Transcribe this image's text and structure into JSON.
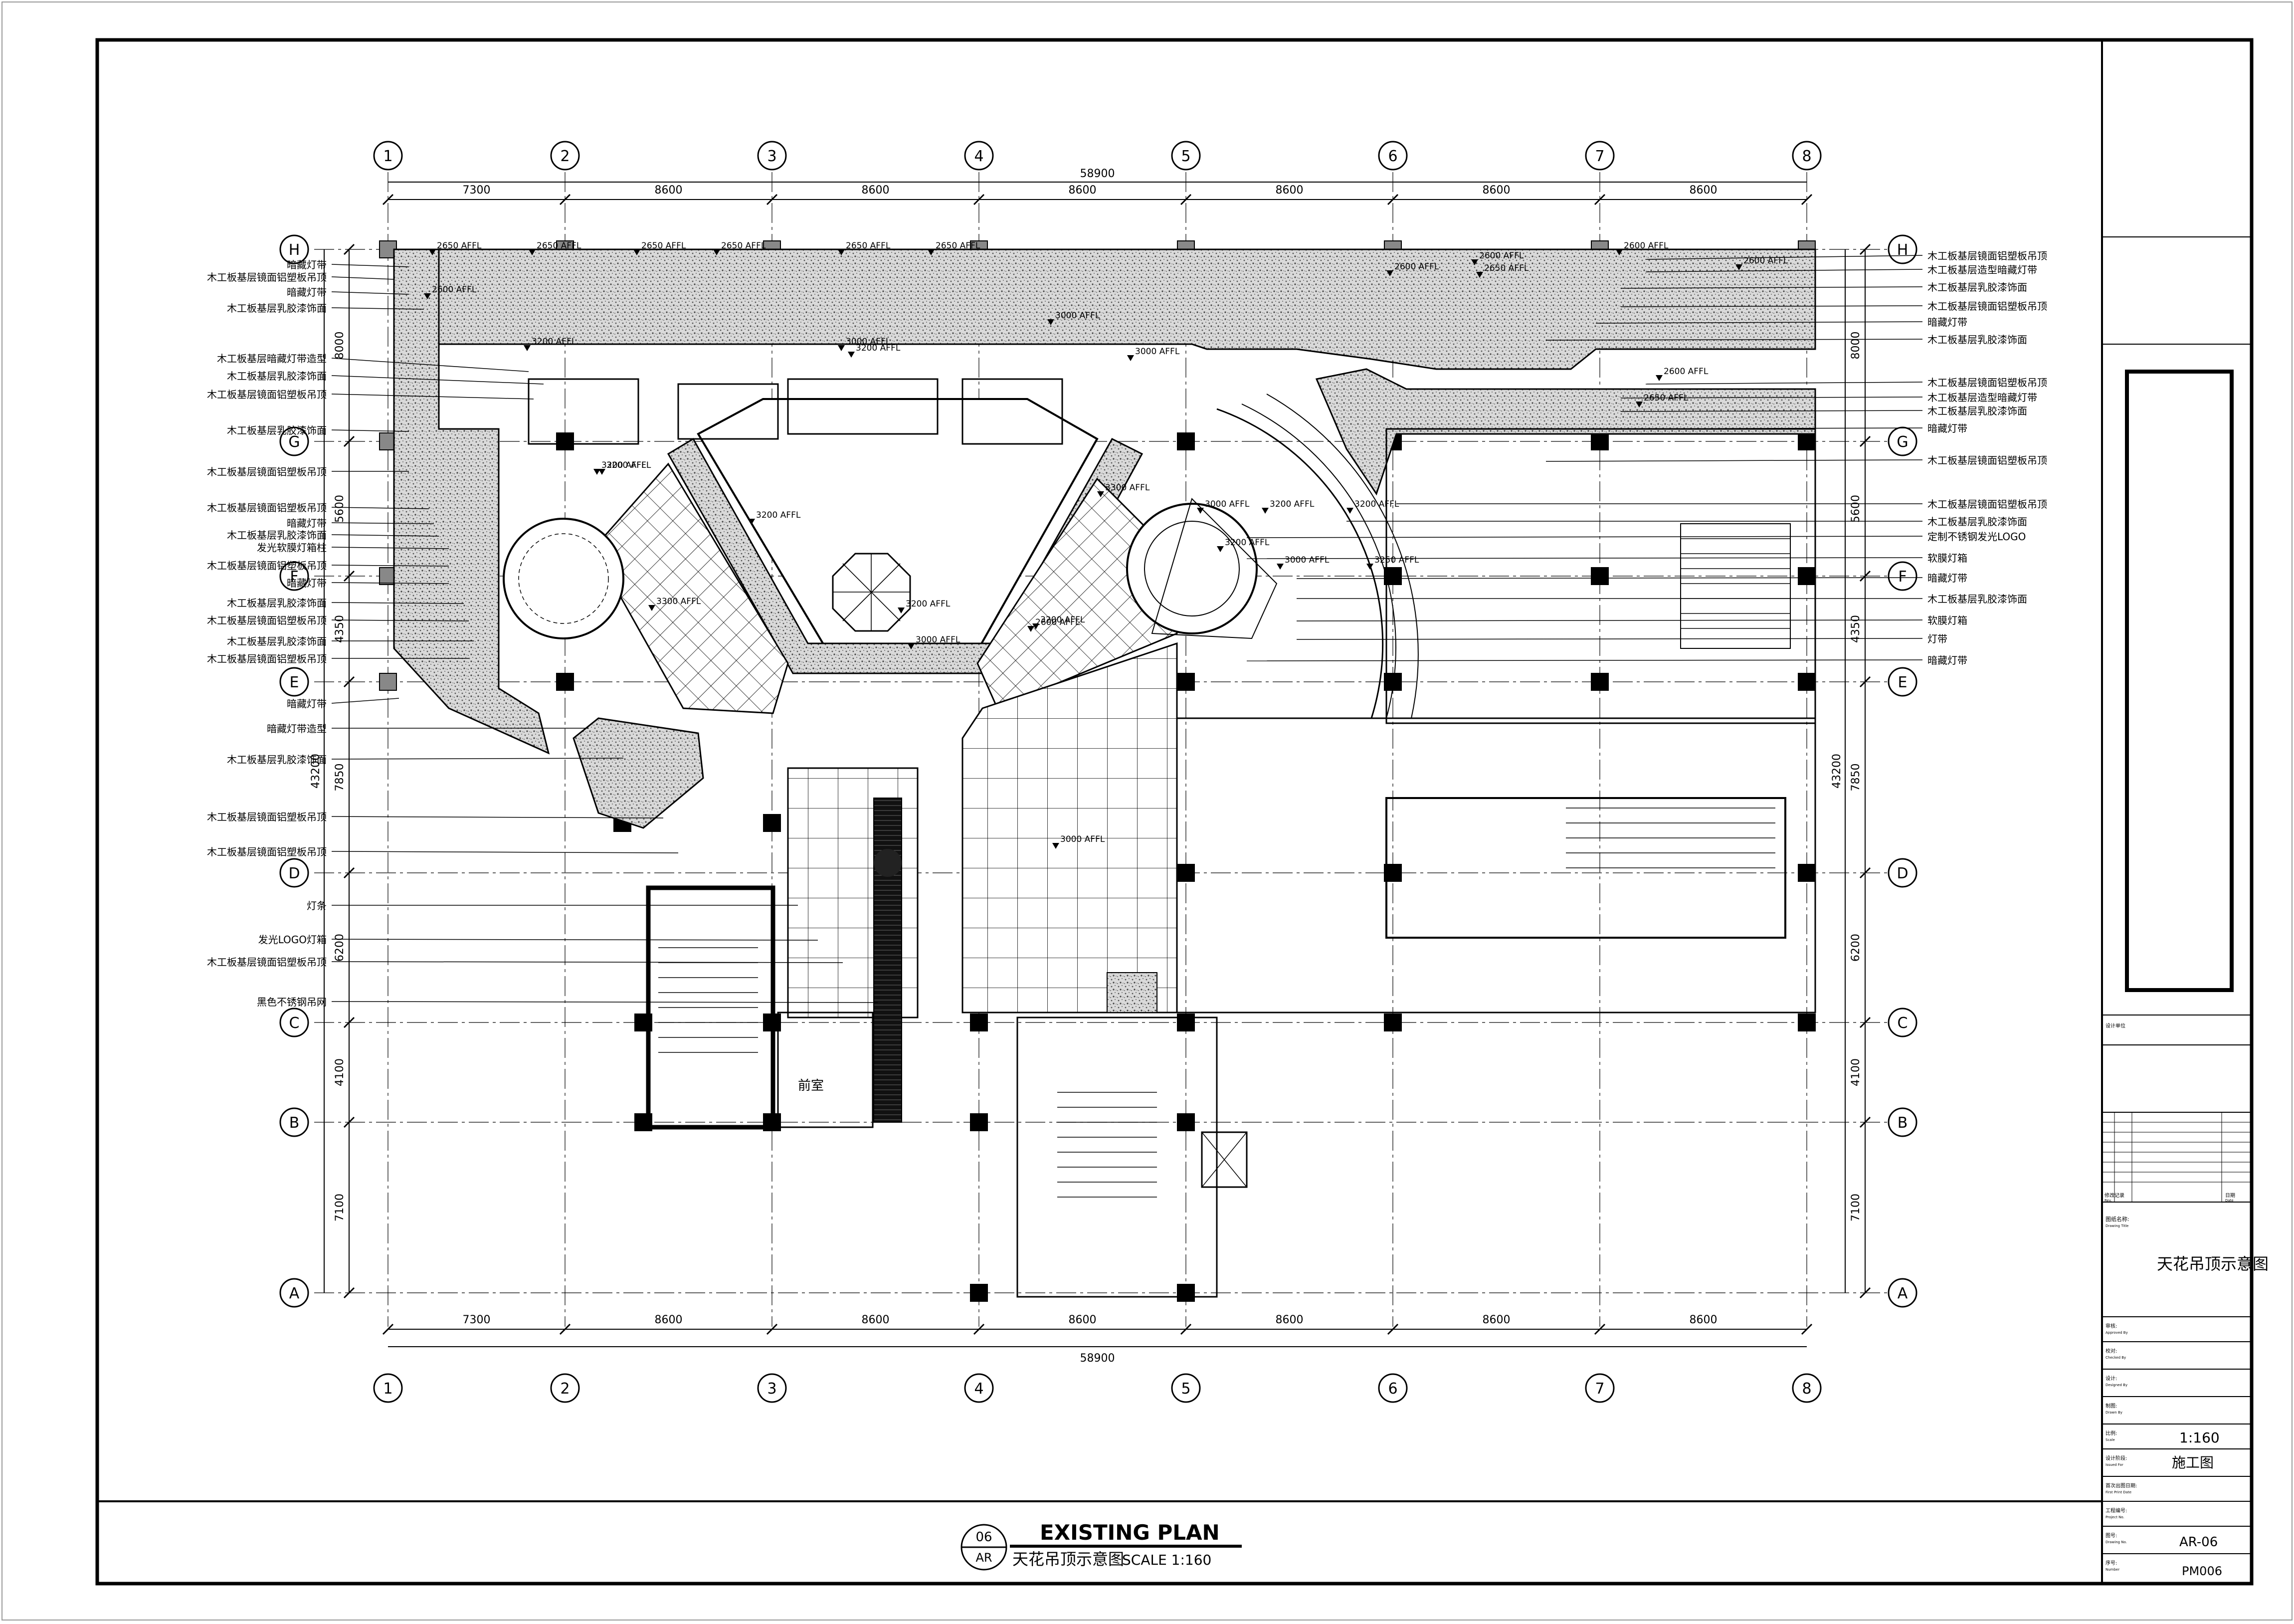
{
  "sheet": {
    "grid_cols": [
      "1",
      "2",
      "3",
      "4",
      "5",
      "6",
      "7",
      "8"
    ],
    "grid_rows": [
      "H",
      "G",
      "F",
      "E",
      "D",
      "C",
      "B",
      "A"
    ],
    "col_spacings": [
      "7300",
      "8600",
      "8600",
      "8600",
      "8600",
      "8600",
      "8600"
    ],
    "overall_width": "58900",
    "row_spacings": [
      "8000",
      "5600",
      "4350",
      "7850",
      "6200",
      "4100",
      "7100"
    ],
    "overall_height": "43200",
    "room_label": "前室"
  },
  "callouts_left": [
    "暗藏灯带",
    "木工板基层镜面铝塑板吊顶",
    "暗藏灯带",
    "木工板基层乳胶漆饰面",
    "木工板基层暗藏灯带造型",
    "木工板基层乳胶漆饰面",
    "木工板基层镜面铝塑板吊顶",
    "木工板基层乳胶漆饰面",
    "木工板基层镜面铝塑板吊顶",
    "木工板基层镜面铝塑板吊顶",
    "暗藏灯带",
    "木工板基层乳胶漆饰面",
    "发光软膜灯箱柱",
    "木工板基层镜面铝塑板吊顶",
    "暗藏灯带",
    "木工板基层乳胶漆饰面",
    "木工板基层镜面铝塑板吊顶",
    "木工板基层乳胶漆饰面",
    "木工板基层镜面铝塑板吊顶",
    "暗藏灯带",
    "暗藏灯带造型",
    "木工板基层乳胶漆饰面",
    "木工板基层镜面铝塑板吊顶",
    "木工板基层镜面铝塑板吊顶",
    "灯条",
    "发光LOGO灯箱",
    "木工板基层镜面铝塑板吊顶",
    "黑色不锈钢吊网"
  ],
  "callouts_right": [
    "木工板基层镜面铝塑板吊顶",
    "木工板基层造型暗藏灯带",
    "木工板基层乳胶漆饰面",
    "木工板基层镜面铝塑板吊顶",
    "暗藏灯带",
    "木工板基层乳胶漆饰面",
    "木工板基层镜面铝塑板吊顶",
    "木工板基层造型暗藏灯带",
    "木工板基层乳胶漆饰面",
    "暗藏灯带",
    "木工板基层镜面铝塑板吊顶",
    "木工板基层镜面铝塑板吊顶",
    "木工板基层乳胶漆饰面",
    "定制不锈钢发光LOGO",
    "软膜灯箱",
    "暗藏灯带",
    "木工板基层乳胶漆饰面",
    "软膜灯箱",
    "灯带",
    "暗藏灯带"
  ],
  "elevation_tags": [
    "2650 AFFL",
    "2650 AFFL",
    "2650 AFFL",
    "2650 AFFL",
    "2650 AFFL",
    "2650 AFFL",
    "2600 AFFL",
    "2600 AFFL",
    "2600 AFFL",
    "2600 AFFL",
    "3200 AFFL",
    "3000 AFFL",
    "3000 AFFL",
    "3000 AFFL",
    "3200 AFFL",
    "3200 AFFL",
    "3300 AFFL",
    "3200 AFFL",
    "3200 AFFL",
    "3200 AFFL",
    "3000 AFFL",
    "3200 AFFL",
    "3200 AFFL",
    "3200 AFFL",
    "3000 AFFL",
    "3250 AFFL",
    "3300 AFFL",
    "2600 AFFL",
    "2600 AFFL",
    "2650 AFFL",
    "2600 AFFL",
    "2650 AFFL",
    "3200 AFFL",
    "3000 AFFL",
    "3000 AFFL"
  ],
  "title_block": {
    "design_unit_label": "设计单位",
    "revision_label": "修改记录",
    "revision_sub": "Rev.",
    "date_label": "日期",
    "date_sub": "Date",
    "drawing_title_label": "图纸名称:",
    "drawing_title_sub": "Drawing Title",
    "drawing_title": "天花吊顶示意图",
    "approved_label": "审核:",
    "approved_sub": "Approved By",
    "checked_label": "校对:",
    "checked_sub": "Checked By",
    "designed_label": "设计:",
    "designed_sub": "Designed By",
    "drawn_label": "制图:",
    "drawn_sub": "Drawn By",
    "scale_label": "比例:",
    "scale_sub": "Scale",
    "scale_value": "1:160",
    "phase_label": "设计阶段:",
    "phase_sub": "Issued For",
    "phase_value": "施工图",
    "first_issue_label": "首次出图日期:",
    "first_issue_sub": "First Print Date",
    "project_no_label": "工程编号:",
    "project_no_sub": "Project No.",
    "drawing_no_label": "图号:",
    "drawing_no_sub": "Drawing No.",
    "drawing_no": "AR-06",
    "serial_label": "序号:",
    "serial_sub": "Number",
    "serial_value": "PM006"
  },
  "caption": {
    "num": "06",
    "sheet_ref": "AR",
    "title": "EXISTING PLAN",
    "subtitle": "天花吊顶示意图",
    "scale": "SCALE 1:160"
  }
}
